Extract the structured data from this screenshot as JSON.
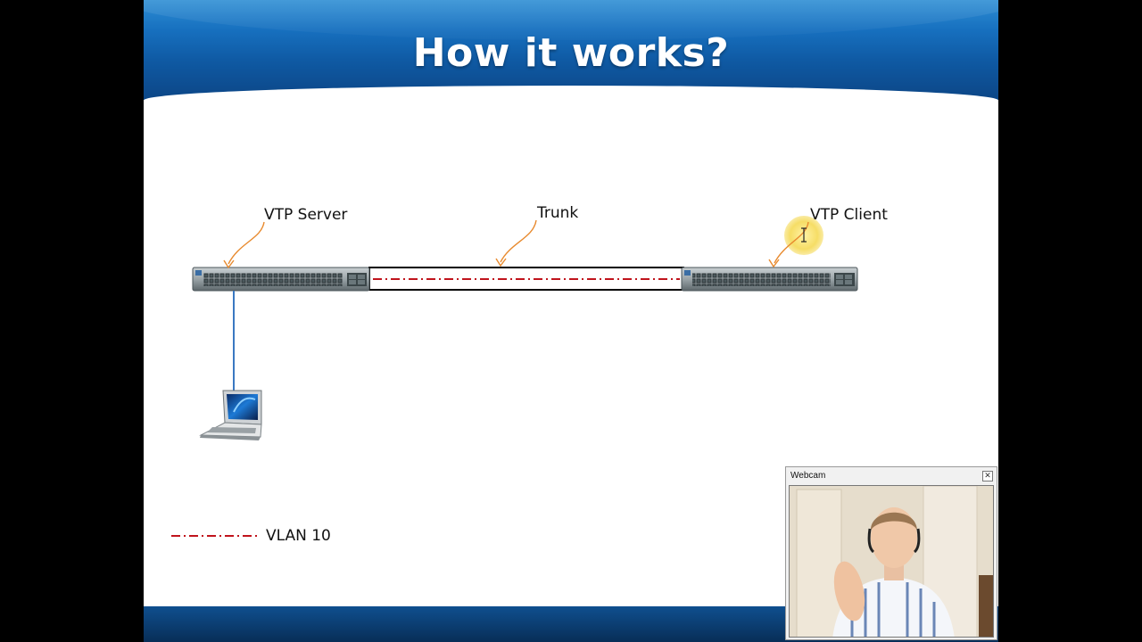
{
  "slide": {
    "title": "How it works?"
  },
  "diagram": {
    "nodes": {
      "server_label": "VTP Server",
      "trunk_label": "Trunk",
      "client_label": "VTP Client"
    },
    "legend": {
      "line_style": "dash-dot",
      "line_color": "#c0141c",
      "label": "VLAN 10"
    },
    "arrow_color": "#e88a2e",
    "link_color": "#3a78c2"
  },
  "webcam": {
    "title": "Webcam",
    "close_icon": "close-icon"
  },
  "colors": {
    "banner": "#1770bf",
    "cursor_highlight": "#f7e27a"
  }
}
